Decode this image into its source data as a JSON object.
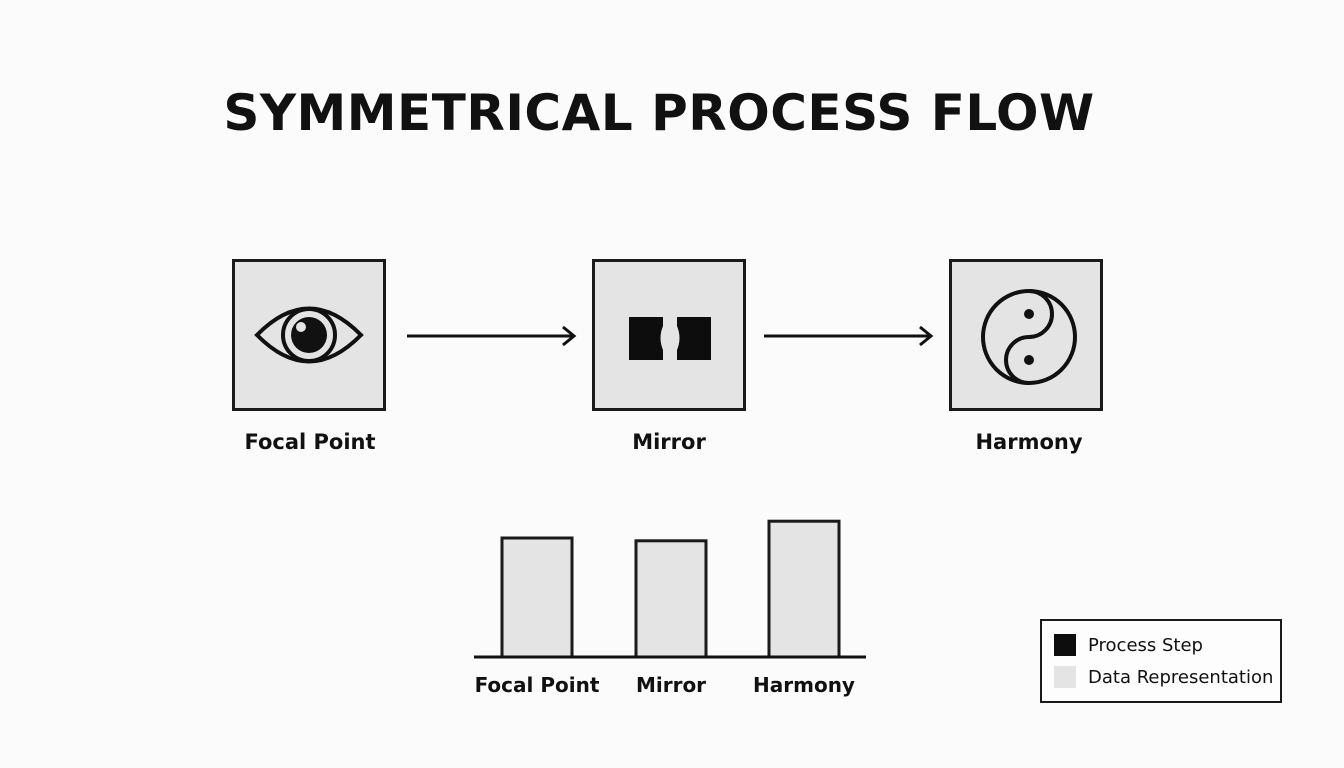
{
  "title": "SYMMETRICAL PROCESS FLOW",
  "steps": [
    {
      "label": "Focal Point",
      "icon": "eye-icon"
    },
    {
      "label": "Mirror",
      "icon": "mirror-blocks-icon"
    },
    {
      "label": "Harmony",
      "icon": "yin-yang-icon"
    }
  ],
  "chart_data": {
    "type": "bar",
    "categories": [
      "Focal Point",
      "Mirror",
      "Harmony"
    ],
    "values": [
      0.85,
      0.83,
      0.97
    ],
    "title": "",
    "xlabel": "",
    "ylabel": "",
    "ylim": [
      0,
      1
    ],
    "grid": false
  },
  "legend": [
    {
      "label": "Process Step",
      "color": "#0d0d0d"
    },
    {
      "label": "Data Representation",
      "color": "#e4e4e4"
    }
  ],
  "colors": {
    "stroke": "#1a1a1a",
    "fill": "#e4e4e4",
    "background": "#fbfbfb"
  }
}
